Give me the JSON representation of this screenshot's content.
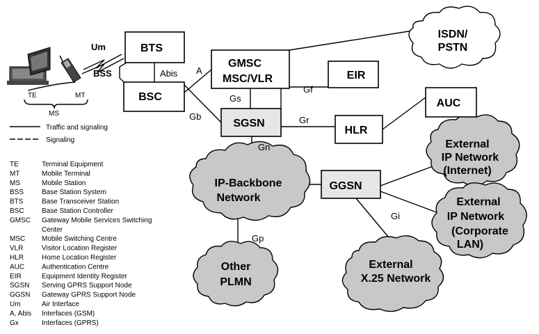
{
  "nodes": {
    "bts": "BTS",
    "bsc": "BSC",
    "gmsc_line1": "GMSC",
    "gmsc_line2": "MSC/VLR",
    "eir": "EIR",
    "auc": "AUC",
    "sgsn": "SGSN",
    "hlr": "HLR",
    "ggsn": "GGSN"
  },
  "clouds": {
    "isdn_line1": "ISDN/",
    "isdn_line2": "PSTN",
    "ipbb_line1": "IP-Backbone",
    "ipbb_line2": "Network",
    "ext_internet_line1": "External",
    "ext_internet_line2": "IP Network",
    "ext_internet_line3": "(Internet)",
    "ext_corp_line1": "External",
    "ext_corp_line2": "IP Network",
    "ext_corp_line3": "(Corporate",
    "ext_corp_line4": "LAN)",
    "other_line1": "Other",
    "other_line2": "PLMN",
    "x25_line1": "External",
    "x25_line2": "X.25 Network"
  },
  "interfaces": {
    "um": "Um",
    "bss": "BSS",
    "abis": "Abis",
    "a": "A",
    "gs": "Gs",
    "gf": "Gf",
    "gr": "Gr",
    "gb": "Gb",
    "gn": "Gn",
    "gi": "Gi",
    "gp": "Gp"
  },
  "terminals": {
    "te": "TE",
    "mt": "MT",
    "ms": "MS"
  },
  "line_legend": [
    {
      "label": "Traffic and signaling",
      "style": "solid"
    },
    {
      "label": "Signaling",
      "style": "dashed"
    }
  ],
  "abbreviations": [
    {
      "abbr": "TE",
      "meaning": "Terminal Equipment"
    },
    {
      "abbr": "MT",
      "meaning": "Mobile Terminal"
    },
    {
      "abbr": "MS",
      "meaning": "Mobile Station"
    },
    {
      "abbr": "BSS",
      "meaning": "Base Station System"
    },
    {
      "abbr": "BTS",
      "meaning": "Base Transceiver Station"
    },
    {
      "abbr": "BSC",
      "meaning": "Base Station Controller"
    },
    {
      "abbr": "GMSC",
      "meaning": "Gateway Mobile Services Switching"
    },
    {
      "abbr": "",
      "meaning": "Center"
    },
    {
      "abbr": "MSC",
      "meaning": "Mobile Switching Centre"
    },
    {
      "abbr": "VLR",
      "meaning": "Visitor Location Register"
    },
    {
      "abbr": "HLR",
      "meaning": "Home Location Register"
    },
    {
      "abbr": "AUC",
      "meaning": "Authentication Centre"
    },
    {
      "abbr": "EIR",
      "meaning": "Equipment Identity Register"
    },
    {
      "abbr": "SGSN",
      "meaning": "Serving GPRS Support Node"
    },
    {
      "abbr": "GGSN",
      "meaning": "Gateway GPRS Support Node"
    },
    {
      "abbr": "Um",
      "meaning": "Air Interface"
    },
    {
      "abbr": "A, Abis",
      "meaning": "Interfaces (GSM)"
    },
    {
      "abbr": "Gx",
      "meaning": "Interfaces (GPRS)"
    }
  ]
}
